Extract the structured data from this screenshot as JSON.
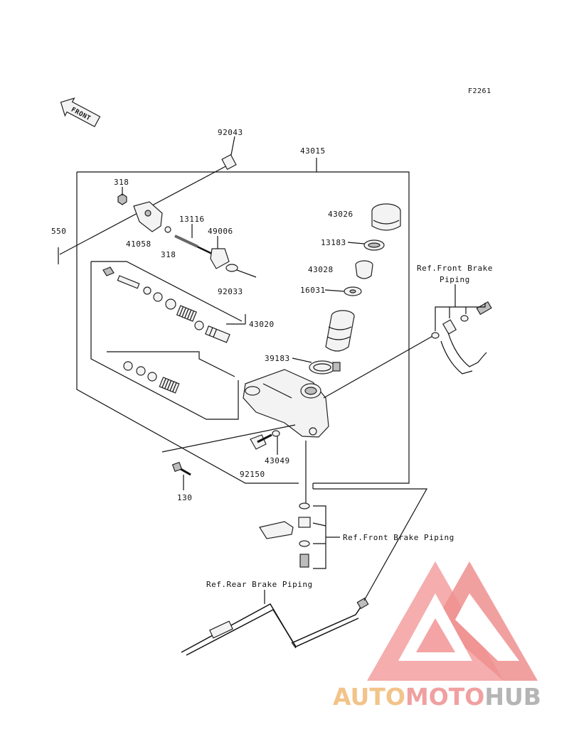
{
  "figure_code": "F2261",
  "front_badge": "FRONT",
  "labels": {
    "p92043": "92043",
    "p43015": "43015",
    "p318a": "318",
    "p550": "550",
    "p13116": "13116",
    "p49006": "49006",
    "p41058": "41058",
    "p318b": "318",
    "p92033": "92033",
    "p43026": "43026",
    "p13183": "13183",
    "p43028": "43028",
    "p16031": "16031",
    "p43020": "43020",
    "p39183": "39183",
    "p43049": "43049",
    "p92150": "92150",
    "p130": "130",
    "ref_front_top_1": "Ref.Front Brake",
    "ref_front_top_2": "Piping",
    "ref_front_mid": "Ref.Front Brake Piping",
    "ref_rear": "Ref.Rear Brake Piping"
  },
  "watermark": {
    "part1": "AUTO",
    "part2": "MOTO",
    "part3": "HUB",
    "color1": "#f2c48a",
    "color2": "#f0a0a0",
    "color3": "#b5b5b5",
    "logo_color": "#f08585"
  }
}
